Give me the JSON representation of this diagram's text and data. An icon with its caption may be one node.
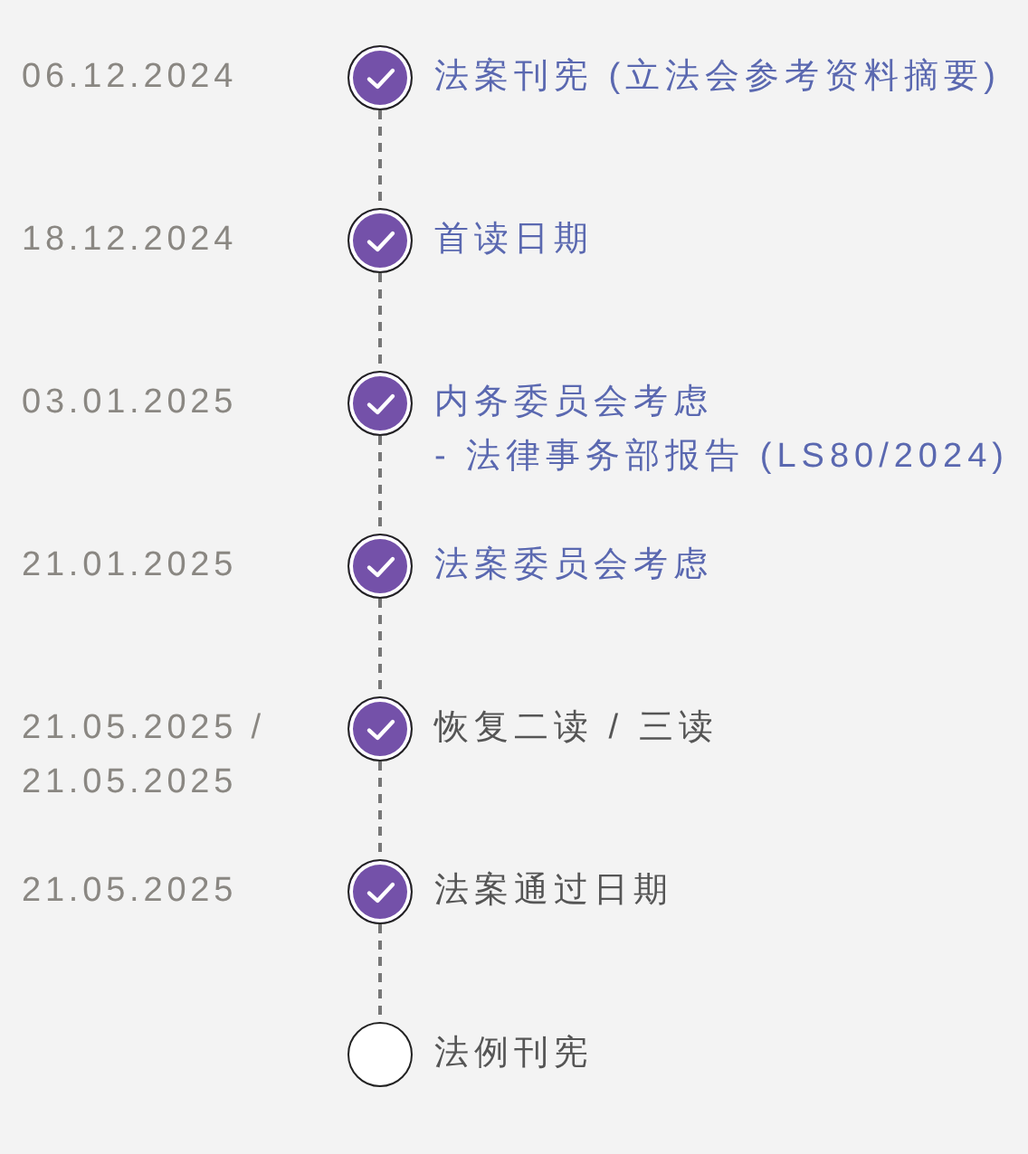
{
  "diagram": {
    "nodes": [
      {
        "text": [],
        "shape": "circle",
        "beside": [
          "06.12.2024",
          "法案刊宪 (立法会参考资料摘要)"
        ]
      },
      {
        "text": [],
        "shape": "circle",
        "beside": [
          "18.12.2024",
          "首读日期"
        ]
      },
      {
        "text": [],
        "shape": "circle",
        "beside": [
          "03.01.2025",
          "内务委员会考虑",
          "- 法律事务部报告 (LS80/2024)"
        ]
      },
      {
        "text": [],
        "shape": "circle",
        "beside": [
          "21.01.2025",
          "法案委员会考虑"
        ]
      },
      {
        "text": [],
        "shape": "circle",
        "beside": [
          "21.05.2025 / 21.05.2025",
          "恢复二读 / 三读"
        ]
      },
      {
        "text": [],
        "shape": "circle",
        "beside": [
          "21.05.2025",
          "法案通过日期"
        ]
      },
      {
        "text": [],
        "shape": "circle",
        "beside": [
          "法例刊宪"
        ]
      }
    ],
    "edges": [
      {
        "from": 0,
        "to": 1,
        "arrow": "none",
        "style": "dashed"
      },
      {
        "from": 1,
        "to": 2,
        "arrow": "none",
        "style": "dashed"
      },
      {
        "from": 2,
        "to": 3,
        "arrow": "none",
        "style": "dashed"
      },
      {
        "from": 3,
        "to": 4,
        "arrow": "none",
        "style": "dashed"
      },
      {
        "from": 4,
        "to": 5,
        "arrow": "none",
        "style": "dashed"
      },
      {
        "from": 5,
        "to": 6,
        "arrow": "none",
        "style": "dashed"
      }
    ]
  }
}
